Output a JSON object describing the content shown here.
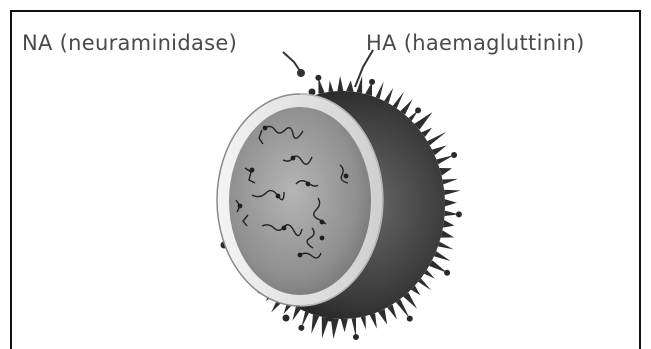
{
  "labels": {
    "na": "NA (neuraminidase)",
    "ha": "HA (haemagluttinin)"
  },
  "colors": {
    "frame": "#111111",
    "text": "#4a4a4a",
    "envelope_outer": "#5a5a5a",
    "envelope_dark": "#2b2b2b",
    "membrane_rim": "#e6e6e6",
    "interior": "#9a9a9a",
    "spike": "#3a3a3a",
    "rna": "#222222"
  },
  "icons": {
    "virion": "influenza-virion-cutaway-illustration"
  }
}
